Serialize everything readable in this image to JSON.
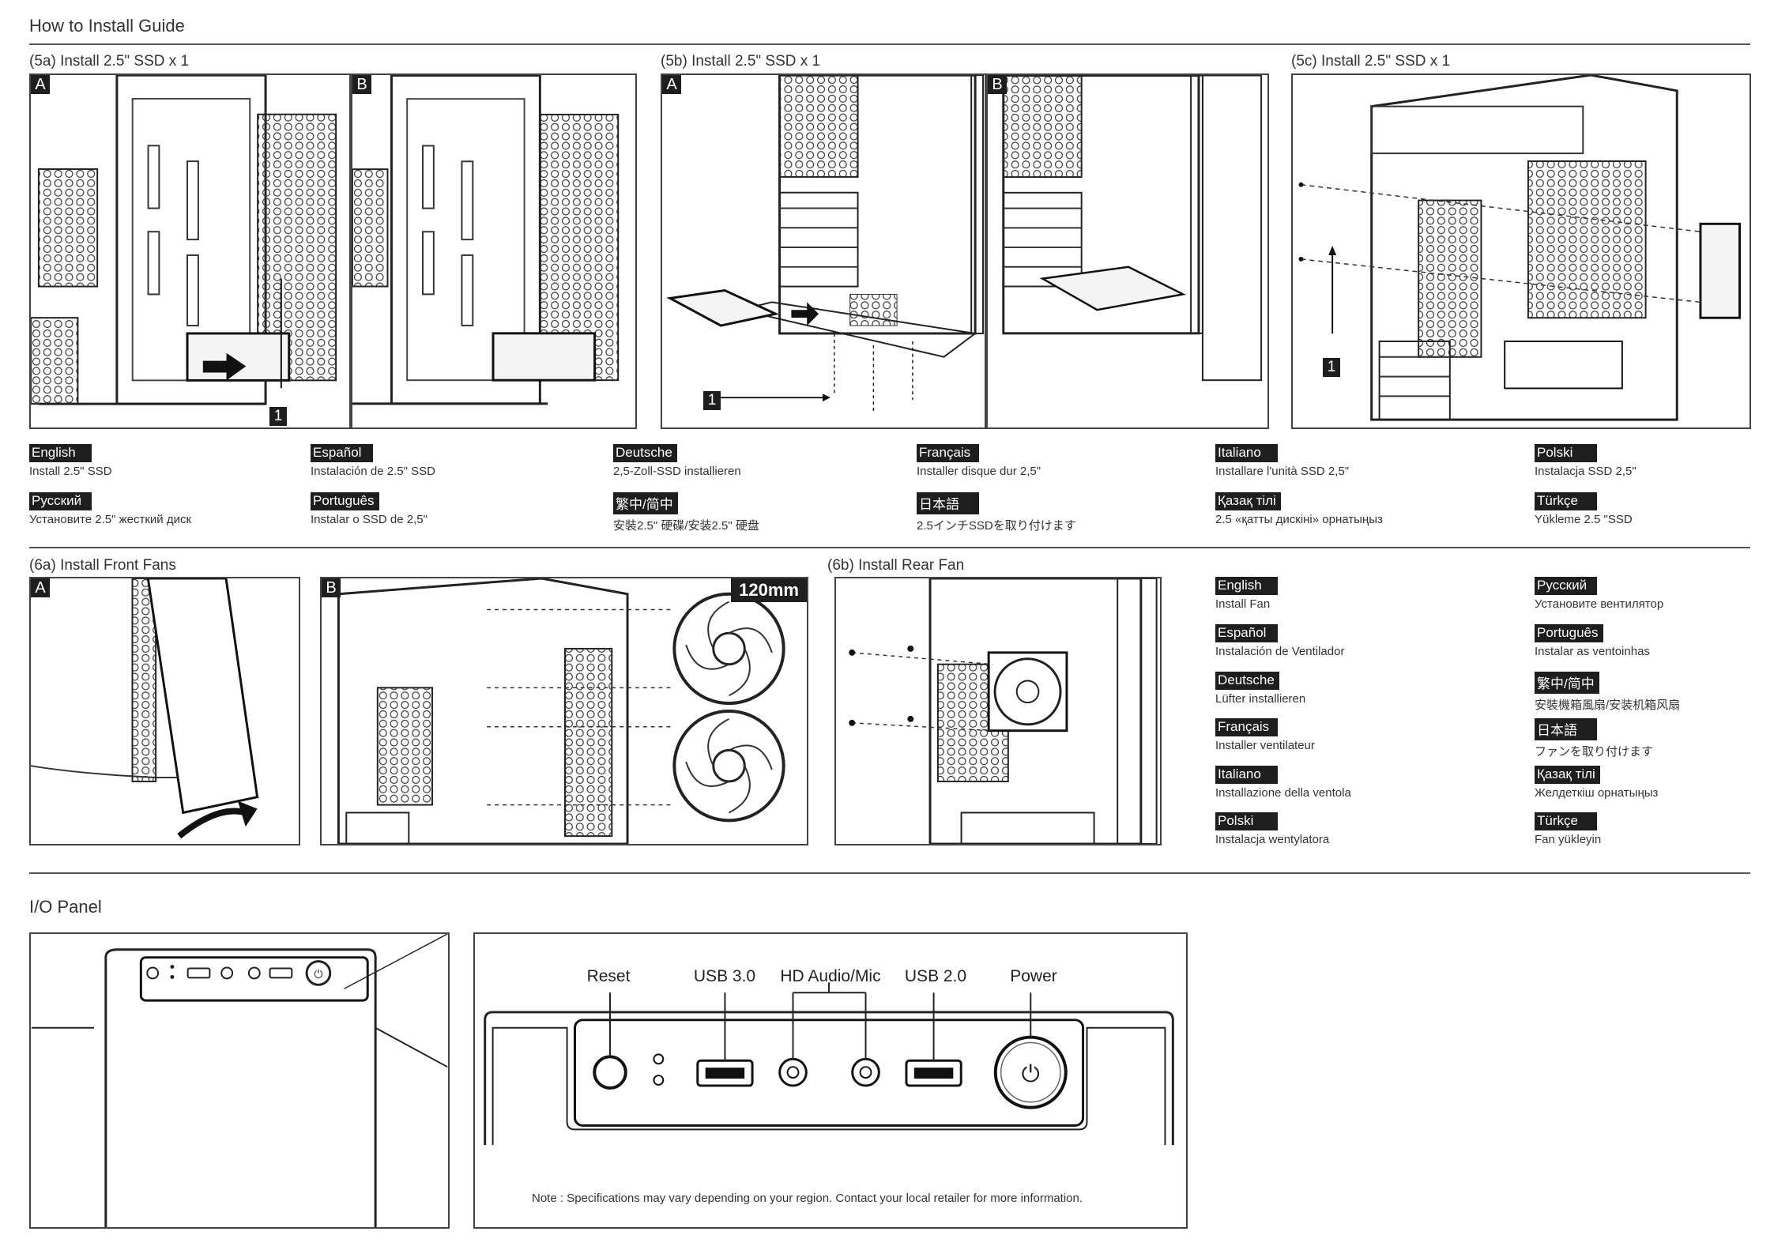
{
  "header": {
    "title": "How to Install Guide"
  },
  "section5": {
    "a": {
      "title": "(5a) Install 2.5\" SSD x 1",
      "panel_a": "A",
      "panel_b": "B",
      "step": "1"
    },
    "b": {
      "title": "(5b) Install 2.5\" SSD x 1",
      "panel_a": "A",
      "panel_b": "B",
      "step": "1"
    },
    "c": {
      "title": "(5c) Install 2.5\" SSD x 1",
      "step": "1"
    },
    "languages": [
      {
        "name": "English",
        "text": "Install 2.5\" SSD"
      },
      {
        "name": "Español",
        "text": "Instalación de 2.5\" SSD"
      },
      {
        "name": "Deutsche",
        "text": "2,5-Zoll-SSD installieren"
      },
      {
        "name": "Français",
        "text": "Installer disque dur 2,5\""
      },
      {
        "name": "Italiano",
        "text": "Installare l'unità SSD 2,5\""
      },
      {
        "name": "Polski",
        "text": "Instalacja SSD 2,5\""
      },
      {
        "name": "Русский",
        "text": "Установите 2.5\" жесткий диск"
      },
      {
        "name": "Português",
        "text": "Instalar o SSD de 2,5\""
      },
      {
        "name": "繁中/简中",
        "text": "安裝2.5\" 硬碟/安装2.5\" 硬盘"
      },
      {
        "name": "日本語",
        "text": "2.5インチSSDを取り付けます"
      },
      {
        "name": "Қазақ тілі",
        "text": "2.5 «қатты дискіні» орнатыңыз"
      },
      {
        "name": "Türkçe",
        "text": "Yükleme 2.5 \"SSD"
      }
    ]
  },
  "section6": {
    "a": {
      "title": "(6a) Install Front Fans",
      "panel_a": "A",
      "panel_b": "B",
      "fan_size": "120mm"
    },
    "b": {
      "title": "(6b) Install Rear Fan"
    },
    "languages": [
      {
        "name": "English",
        "text": "Install Fan"
      },
      {
        "name": "Русский",
        "text": "Установите вентилятор"
      },
      {
        "name": "Español",
        "text": "Instalación de Ventilador"
      },
      {
        "name": "Português",
        "text": "Instalar as ventoinhas"
      },
      {
        "name": "Deutsche",
        "text": "Lüfter installieren"
      },
      {
        "name": "繁中/简中",
        "text": "安裝機箱風扇/安装机箱风扇"
      },
      {
        "name": "Français",
        "text": "Installer ventilateur"
      },
      {
        "name": "日本語",
        "text": "ファンを取り付けます"
      },
      {
        "name": "Italiano",
        "text": "Installazione della ventola"
      },
      {
        "name": "Қазақ тілі",
        "text": "Желдеткіш орнатыңыз"
      },
      {
        "name": "Polski",
        "text": "Instalacja wentylatora"
      },
      {
        "name": "Türkçe",
        "text": "Fan yükleyin"
      }
    ]
  },
  "io_panel": {
    "title": "I/O Panel",
    "labels": {
      "reset": "Reset",
      "usb3": "USB 3.0",
      "audio": "HD Audio/Mic",
      "usb2": "USB 2.0",
      "power": "Power"
    },
    "note": "Note : Specifications may vary depending on your region. Contact your local retailer for more information."
  }
}
